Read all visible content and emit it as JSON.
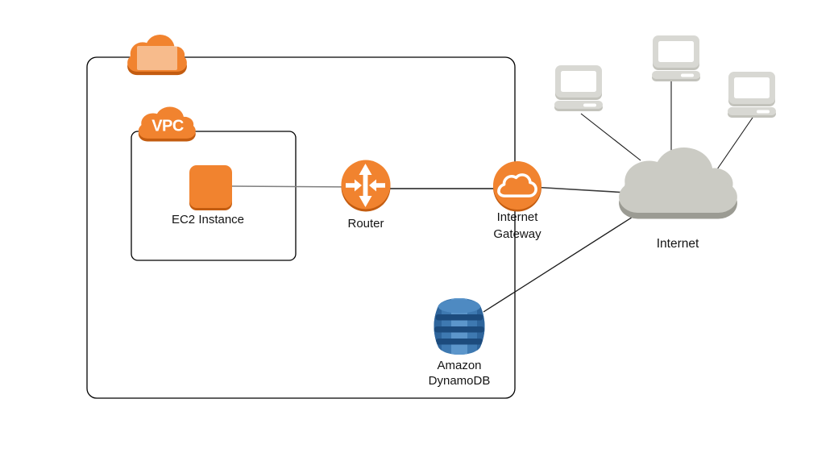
{
  "diagram": {
    "type": "network-architecture",
    "nodes": [
      {
        "id": "aws-cloud-boundary",
        "icon": "aws-cloud-icon",
        "label": ""
      },
      {
        "id": "vpc",
        "icon": "vpc-cloud-icon",
        "label": "VPC"
      },
      {
        "id": "ec2",
        "icon": "ec2-instance-icon",
        "label": "EC2 Instance"
      },
      {
        "id": "router",
        "icon": "router-icon",
        "label": "Router"
      },
      {
        "id": "internet-gateway",
        "icon": "internet-gateway-icon",
        "label": "Internet Gateway"
      },
      {
        "id": "dynamodb",
        "icon": "dynamodb-icon",
        "label": "Amazon DynamoDB"
      },
      {
        "id": "internet",
        "icon": "internet-cloud-icon",
        "label": "Internet"
      },
      {
        "id": "client-laptop-1",
        "icon": "laptop-icon",
        "label": ""
      },
      {
        "id": "client-laptop-2",
        "icon": "laptop-icon",
        "label": ""
      },
      {
        "id": "client-laptop-3",
        "icon": "laptop-icon",
        "label": ""
      }
    ],
    "containment": [
      {
        "parent": "aws-cloud-boundary",
        "child": "vpc"
      },
      {
        "parent": "vpc",
        "child": "ec2"
      },
      {
        "parent": "aws-cloud-boundary",
        "child": "internet-gateway"
      },
      {
        "parent": "aws-cloud-boundary",
        "child": "dynamodb"
      }
    ],
    "connections": [
      {
        "from": "ec2",
        "to": "router"
      },
      {
        "from": "router",
        "to": "internet-gateway"
      },
      {
        "from": "internet-gateway",
        "to": "internet"
      },
      {
        "from": "dynamodb",
        "to": "internet"
      },
      {
        "from": "client-laptop-1",
        "to": "internet"
      },
      {
        "from": "client-laptop-2",
        "to": "internet"
      },
      {
        "from": "client-laptop-3",
        "to": "internet"
      }
    ],
    "colors": {
      "aws_orange": "#F1832F",
      "aws_orange_shadow": "#C35C10",
      "dynamodb_blue": "#3E79B1",
      "dynamodb_blue_light": "#5C96CB",
      "dynamodb_blue_dark": "#1C4B7D",
      "internet_cloud_gray": "#CBCBC4",
      "internet_cloud_shadow": "#9B9B93",
      "client_laptop_gray": "#D8D8D3",
      "connector_gray": "#7F7F7F",
      "connector_black": "#1A1A1A"
    }
  }
}
